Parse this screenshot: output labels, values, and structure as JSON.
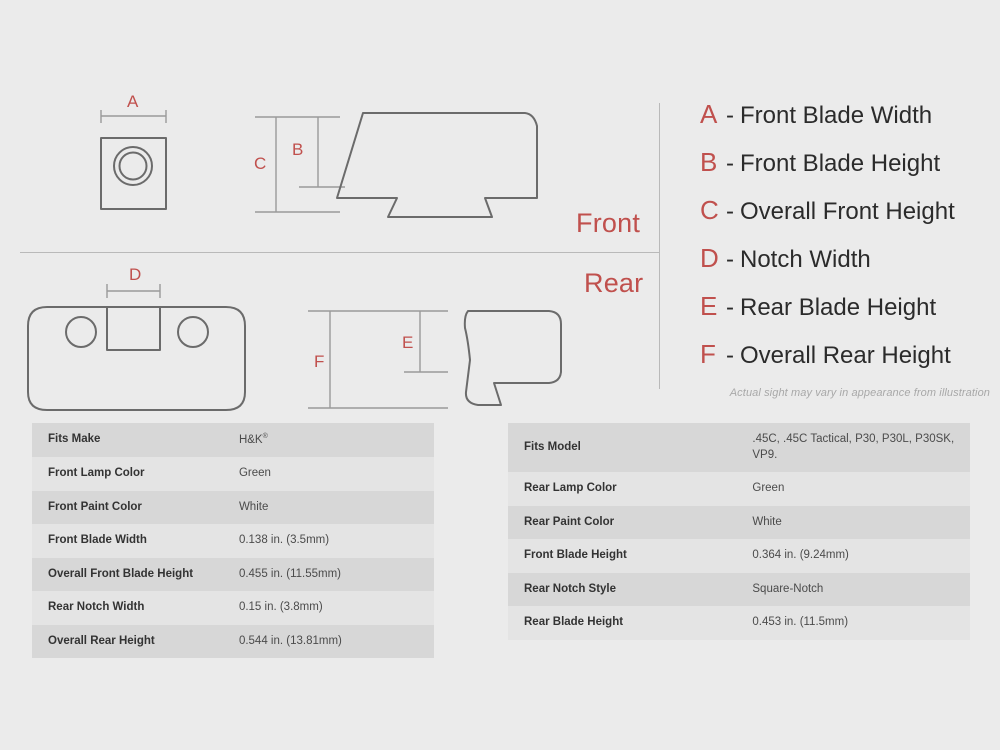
{
  "diagram": {
    "view_labels": {
      "front": "Front",
      "rear": "Rear"
    },
    "dimension_markers": {
      "a": "A",
      "b": "B",
      "c": "C",
      "d": "D",
      "e": "E",
      "f": "F"
    }
  },
  "legend": {
    "items": [
      {
        "key": "A",
        "dash": "-",
        "label": "Front Blade Width"
      },
      {
        "key": "B",
        "dash": "-",
        "label": "Front Blade Height"
      },
      {
        "key": "C",
        "dash": "-",
        "label": "Overall Front Height"
      },
      {
        "key": "D",
        "dash": "-",
        "label": "Notch Width"
      },
      {
        "key": "E",
        "dash": "-",
        "label": "Rear Blade Height"
      },
      {
        "key": "F",
        "dash": "-",
        "label": "Overall Rear Height"
      }
    ],
    "footnote": "Actual sight may vary in appearance from illustration"
  },
  "spec_table_left": {
    "rows": [
      {
        "key": "Fits Make",
        "value": "H&K",
        "sup": "®"
      },
      {
        "key": "Front Lamp Color",
        "value": "Green"
      },
      {
        "key": "Front Paint Color",
        "value": "White"
      },
      {
        "key": "Front Blade Width",
        "value": "0.138 in. (3.5mm)"
      },
      {
        "key": "Overall Front Blade Height",
        "value": "0.455 in. (11.55mm)"
      },
      {
        "key": "Rear Notch Width",
        "value": "0.15 in. (3.8mm)"
      },
      {
        "key": "Overall Rear Height",
        "value": "0.544 in. (13.81mm)"
      }
    ]
  },
  "spec_table_right": {
    "rows": [
      {
        "key": "Fits Model",
        "value": ".45C, .45C Tactical, P30, P30L, P30SK, VP9."
      },
      {
        "key": "Rear Lamp Color",
        "value": "Green"
      },
      {
        "key": "Rear Paint Color",
        "value": "White"
      },
      {
        "key": "Front Blade Height",
        "value": "0.364 in. (9.24mm)"
      },
      {
        "key": "Rear Notch Style",
        "value": "Square-Notch"
      },
      {
        "key": "Rear Blade Height",
        "value": "0.453 in. (11.5mm)"
      }
    ]
  },
  "colors": {
    "background": "#ebebeb",
    "accent_red": "#c0504d",
    "outline": "#6b6b6b",
    "dimension_line": "#9a9a9a",
    "row_shade_dark": "#d7d7d7",
    "row_shade_light": "#e4e4e4"
  }
}
